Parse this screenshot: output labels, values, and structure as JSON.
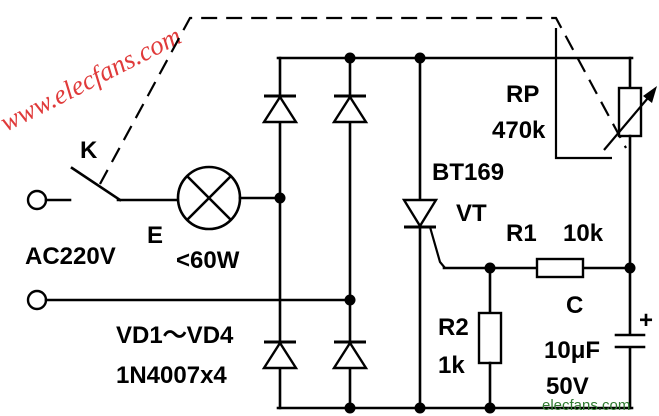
{
  "watermark": {
    "text": "www.elecfans.com",
    "footer": "elecfans.com",
    "footer_color": "#2f7a2f",
    "color": "#e03a3a"
  },
  "labels": {
    "switch": "K",
    "source": "AC220V",
    "lamp": "E",
    "lamp_rating": "<60W",
    "rp": "RP",
    "rp_value": "470k",
    "thyristor": "BT169",
    "thyristor_ref": "VT",
    "r1": "R1",
    "r1_value": "10k",
    "r2": "R2",
    "r2_value": "1k",
    "cap": "C",
    "cap_value": "10μF",
    "cap_voltage": "50V",
    "cap_polarity": "+",
    "diodes": "VD1～VD4",
    "diode_type": "1N4007x4"
  }
}
